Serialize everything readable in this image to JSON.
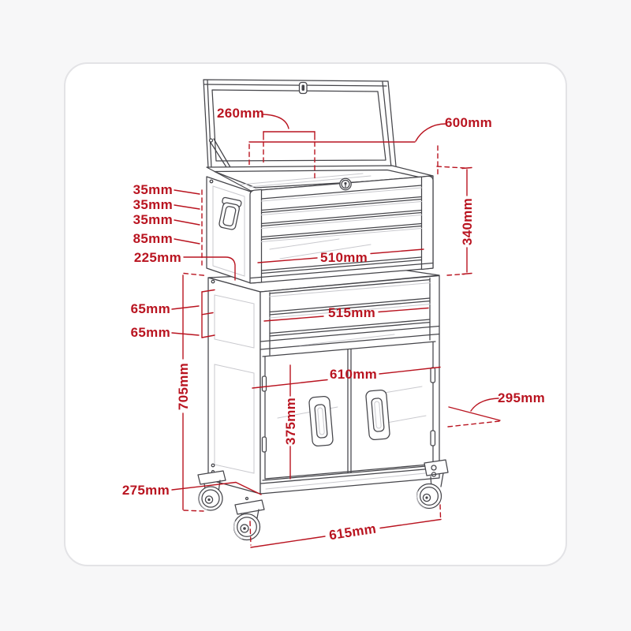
{
  "page": {
    "background": "#f7f7f8"
  },
  "card": {
    "background": "#ffffff",
    "border_color": "#e3e3e6"
  },
  "diagram": {
    "accent_color": "#b91420",
    "line_color": "#45454a",
    "lite_color": "#c9c9ce",
    "subject": "topchest-and-rollcab-dimension-drawing",
    "labels": {
      "lid_inner_width": "260mm",
      "chest_width": "600mm",
      "chest_drawer_height_1": "35mm",
      "chest_drawer_height_2": "35mm",
      "chest_drawer_height_3": "35mm",
      "chest_deep_drawer_height": "85mm",
      "chest_depth": "225mm",
      "chest_drawer_width": "510mm",
      "chest_height": "340mm",
      "cab_drawer_height_1": "65mm",
      "cab_drawer_height_2": "65mm",
      "cab_drawer_width": "515mm",
      "cab_height": "705mm",
      "cupboard_width": "610mm",
      "cupboard_door_height": "375mm",
      "cab_top_depth": "295mm",
      "base_depth": "275mm",
      "base_width": "615mm"
    }
  }
}
